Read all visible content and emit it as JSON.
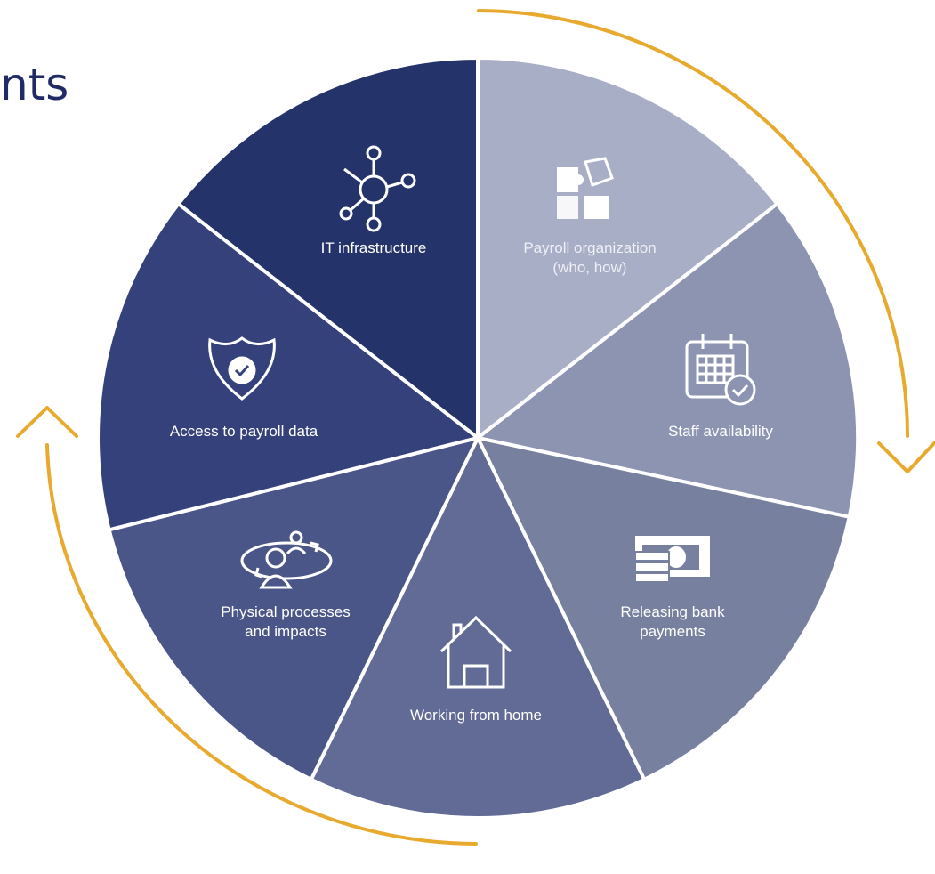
{
  "title": "nts",
  "segments": [
    {
      "label": "IT infrastructure",
      "icon": "network-hub-icon",
      "color": "#25336b"
    },
    {
      "label": "Payroll organization\n(who, how)",
      "icon": "puzzle-pieces-icon",
      "color": "#a9aec7"
    },
    {
      "label": "Staff availability",
      "icon": "calendar-check-icon",
      "color": "#8c94b2"
    },
    {
      "label": "Releasing bank\npayments",
      "icon": "banknotes-icon",
      "color": "#78809f"
    },
    {
      "label": "Working from home",
      "icon": "house-icon",
      "color": "#626b96"
    },
    {
      "label": "Physical processes\nand impacts",
      "icon": "people-cycle-icon",
      "color": "#4a5588"
    },
    {
      "label": "Access to payroll data",
      "icon": "shield-check-icon",
      "color": "#35417a"
    }
  ],
  "accent_color": "#e8aa2e"
}
